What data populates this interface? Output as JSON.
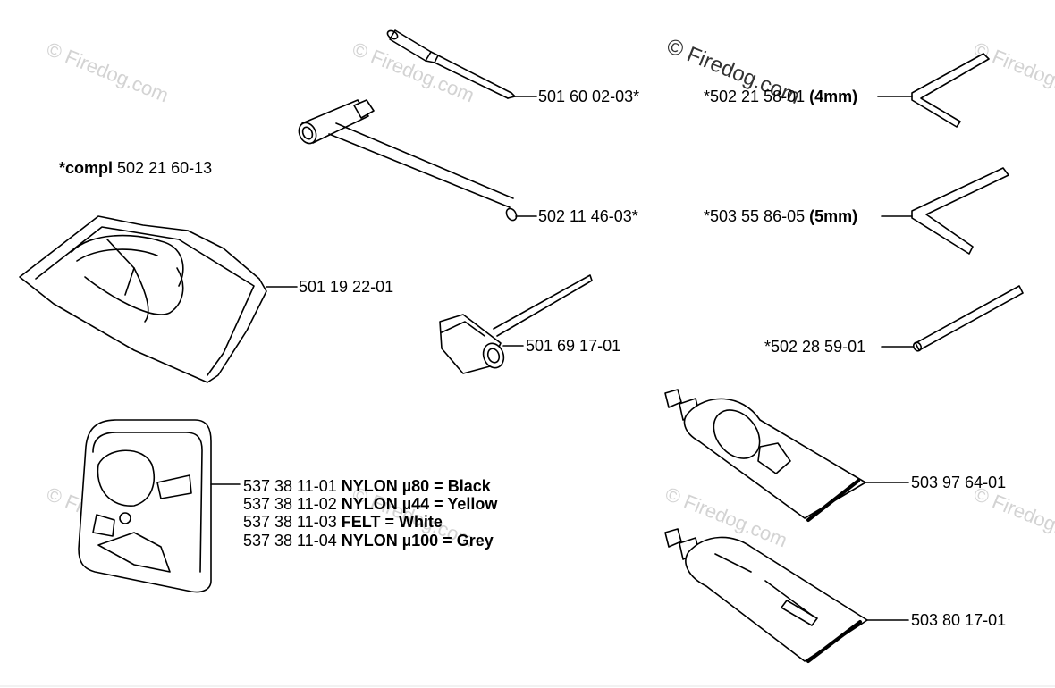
{
  "watermark": "© Firedog.com",
  "compl_note": {
    "prefix": "*compl",
    "part": "502 21 60-13"
  },
  "parts": {
    "p1": "501 60 02-03*",
    "p2": "502 11 46-03*",
    "p3": "501 19 22-01",
    "p4": "501 69 17-01",
    "p5": {
      "part": "*502 21 58-01",
      "size": "(4mm)"
    },
    "p6": {
      "part": "*503 55 86-05",
      "size": "(5mm)"
    },
    "p7": "*502 28 59-01",
    "p8": "503 97 64-01",
    "p9": "503 80 17-01"
  },
  "filters": [
    {
      "part": "537 38 11-01",
      "desc": "NYLON µ80 = Black"
    },
    {
      "part": "537 38 11-02",
      "desc": "NYLON µ44 = Yellow"
    },
    {
      "part": "537 38 11-03",
      "desc": "FELT = White"
    },
    {
      "part": "537 38 11-04",
      "desc": "NYLON µ100 = Grey"
    }
  ]
}
